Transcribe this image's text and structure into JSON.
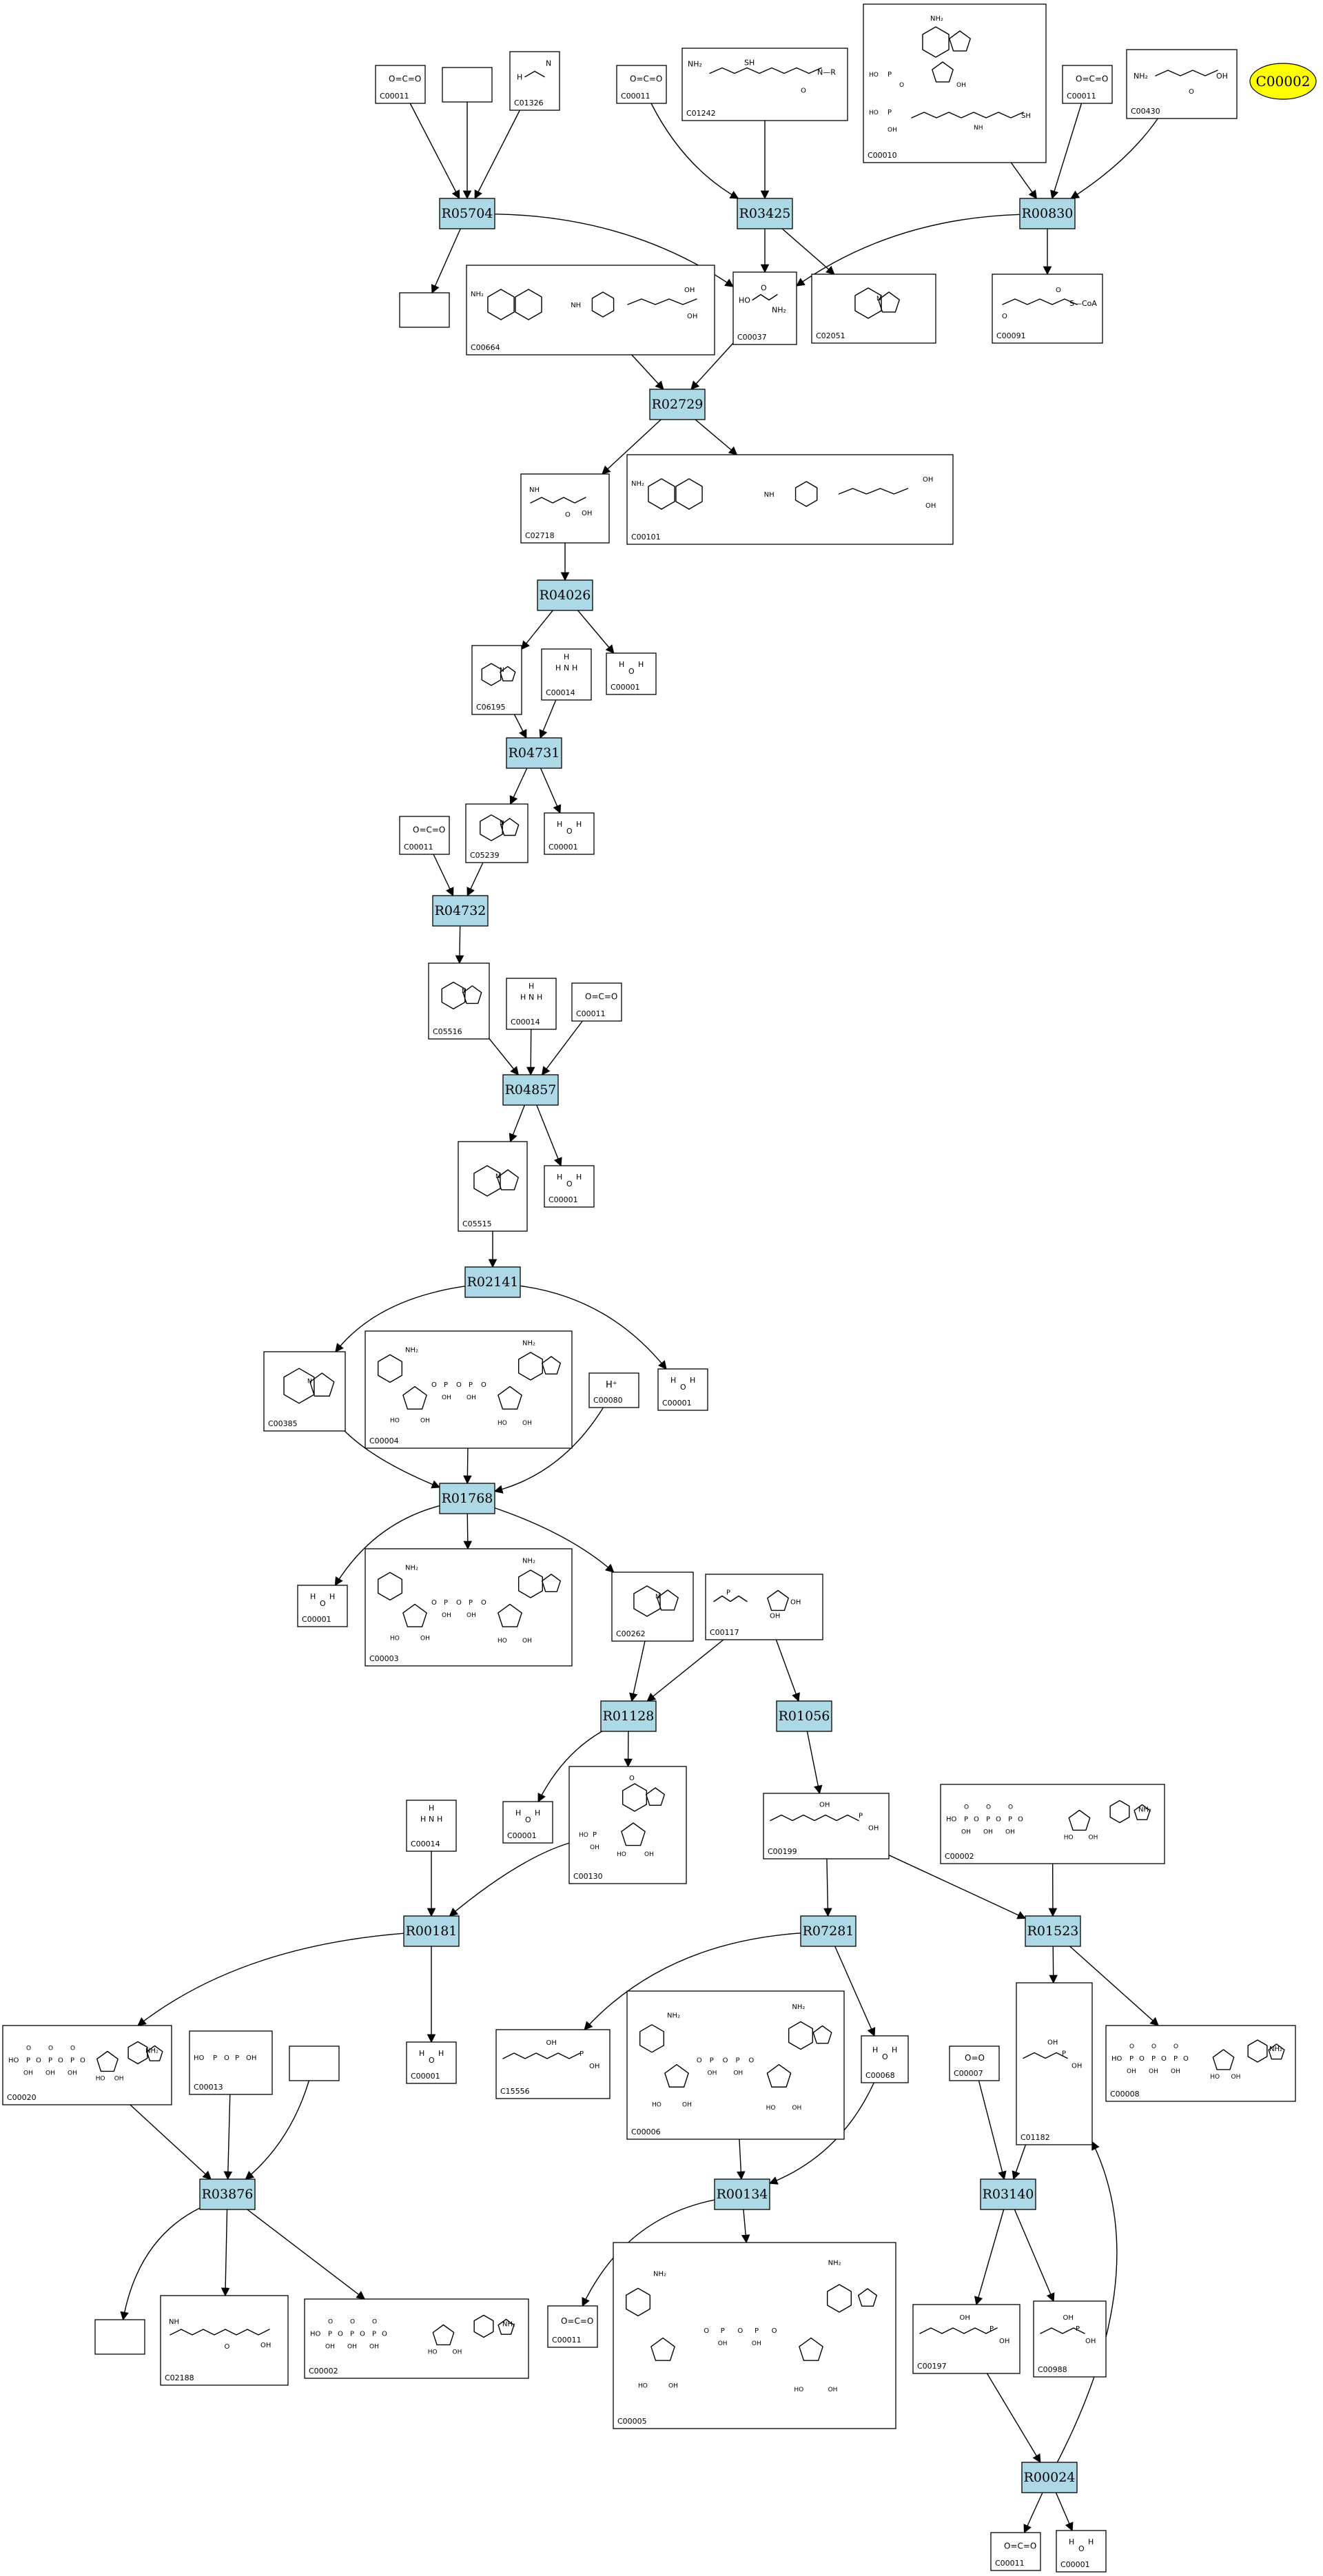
{
  "highlight": {
    "label": "C00002",
    "color": "#ffff00"
  },
  "colors": {
    "reaction_fill": "#add8e6",
    "compound_fill": "#ffffff",
    "stroke": "#000000"
  },
  "reactions": [
    {
      "id": "R05704"
    },
    {
      "id": "R03425"
    },
    {
      "id": "R00830"
    },
    {
      "id": "R02729"
    },
    {
      "id": "R04026"
    },
    {
      "id": "R04731"
    },
    {
      "id": "R04732"
    },
    {
      "id": "R04857"
    },
    {
      "id": "R02141"
    },
    {
      "id": "R01768"
    },
    {
      "id": "R01128"
    },
    {
      "id": "R01056"
    },
    {
      "id": "R00181"
    },
    {
      "id": "R07281"
    },
    {
      "id": "R01523"
    },
    {
      "id": "R03876"
    },
    {
      "id": "R00134"
    },
    {
      "id": "R03140"
    },
    {
      "id": "R00024"
    }
  ],
  "compounds": [
    {
      "key": "c1",
      "label": "C00011"
    },
    {
      "key": "c2",
      "label": ""
    },
    {
      "key": "c3",
      "label": "C01326"
    },
    {
      "key": "c4",
      "label": "C00011"
    },
    {
      "key": "c5",
      "label": "C01242"
    },
    {
      "key": "c6",
      "label": "C00010"
    },
    {
      "key": "c7",
      "label": "C00011"
    },
    {
      "key": "c8",
      "label": "C00430"
    },
    {
      "key": "c9",
      "label": ""
    },
    {
      "key": "c10",
      "label": "C00664"
    },
    {
      "key": "c11",
      "label": "C00037"
    },
    {
      "key": "c12",
      "label": "C02051"
    },
    {
      "key": "c13",
      "label": "C00091"
    },
    {
      "key": "c14",
      "label": "C02718"
    },
    {
      "key": "c15",
      "label": "C00101"
    },
    {
      "key": "c16",
      "label": "C06195"
    },
    {
      "key": "c17",
      "label": "C00014"
    },
    {
      "key": "c18",
      "label": "C00001"
    },
    {
      "key": "c19",
      "label": "C05239"
    },
    {
      "key": "c20",
      "label": "C00001"
    },
    {
      "key": "c21",
      "label": "C00011"
    },
    {
      "key": "c22",
      "label": "C05516"
    },
    {
      "key": "c23",
      "label": "C00014"
    },
    {
      "key": "c24",
      "label": "C00011"
    },
    {
      "key": "c25",
      "label": "C05515"
    },
    {
      "key": "c26",
      "label": "C00001"
    },
    {
      "key": "c27",
      "label": "C00385"
    },
    {
      "key": "c28",
      "label": "C00004"
    },
    {
      "key": "c29",
      "label": "C00080"
    },
    {
      "key": "c30",
      "label": "C00001"
    },
    {
      "key": "c31",
      "label": "C00001"
    },
    {
      "key": "c32",
      "label": "C00003"
    },
    {
      "key": "c33",
      "label": "C00262"
    },
    {
      "key": "c34",
      "label": "C00117"
    },
    {
      "key": "c35",
      "label": "C00001"
    },
    {
      "key": "c36",
      "label": "C00130"
    },
    {
      "key": "c37",
      "label": "C00199"
    },
    {
      "key": "c38",
      "label": "C00002"
    },
    {
      "key": "c39",
      "label": "C00014"
    },
    {
      "key": "c40",
      "label": "C00001"
    },
    {
      "key": "c41",
      "label": "C15556"
    },
    {
      "key": "c42",
      "label": "C00006"
    },
    {
      "key": "c43",
      "label": "C00068"
    },
    {
      "key": "c44",
      "label": "C00007"
    },
    {
      "key": "c45",
      "label": "C01182"
    },
    {
      "key": "c46",
      "label": "C00008"
    },
    {
      "key": "c47",
      "label": "C00020"
    },
    {
      "key": "c48",
      "label": "C00013"
    },
    {
      "key": "c49",
      "label": ""
    },
    {
      "key": "c50",
      "label": ""
    },
    {
      "key": "c51",
      "label": "C02188"
    },
    {
      "key": "c52",
      "label": "C00002"
    },
    {
      "key": "c53",
      "label": "C00011"
    },
    {
      "key": "c54",
      "label": "C00005"
    },
    {
      "key": "c55",
      "label": "C00197"
    },
    {
      "key": "c56",
      "label": "C00988"
    },
    {
      "key": "c57",
      "label": "C00011"
    },
    {
      "key": "c58",
      "label": "C00001"
    }
  ],
  "fragments": {
    "co2": "O=C=O",
    "water_h": "H",
    "water_o": "O",
    "nh3_n": "N",
    "nh3_h": "H",
    "hplus": "H⁺",
    "o2": "O=O",
    "coa": "S—CoA",
    "nh2": "NH₂",
    "oh": "OH",
    "nh": "NH",
    "sh": "SH",
    "n_r": "N—R",
    "ho": "HO",
    "p": "P",
    "o": "O",
    "n": "N"
  }
}
